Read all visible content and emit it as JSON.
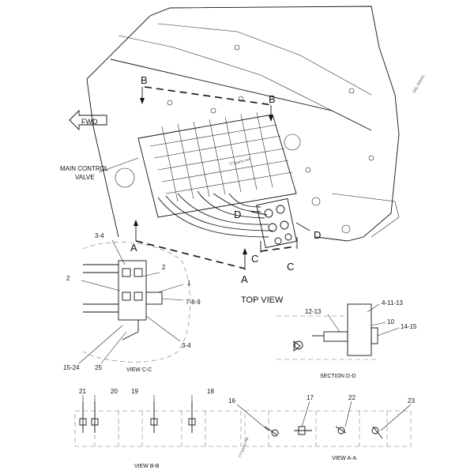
{
  "top_view": {
    "title": "TOP VIEW",
    "fwd_label": "FWD",
    "main_valve_label_1": "MAIN CONTROL",
    "main_valve_label_2": "VALVE",
    "section_b": "B",
    "section_a": "A",
    "section_c": "C",
    "section_d": "D",
    "watermark": "777parts.net"
  },
  "view_cc": {
    "title": "VIEW C-C",
    "callouts": [
      "3-4",
      "2",
      "2",
      "1",
      "7-8-9",
      "3-4",
      "15-24",
      "25"
    ]
  },
  "section_dd": {
    "title": "SECTION D-D",
    "callouts": [
      "12-13",
      "4-11-13",
      "10",
      "14-15"
    ]
  },
  "view_bb": {
    "title": "VIEW B-B",
    "callouts": [
      "21",
      "20",
      "19",
      "18"
    ]
  },
  "view_aa": {
    "title": "VIEW A-A",
    "callouts": [
      "16",
      "17",
      "22",
      "23"
    ],
    "watermark": "777parts.net"
  },
  "corner_stamp": "D6L-R0041"
}
